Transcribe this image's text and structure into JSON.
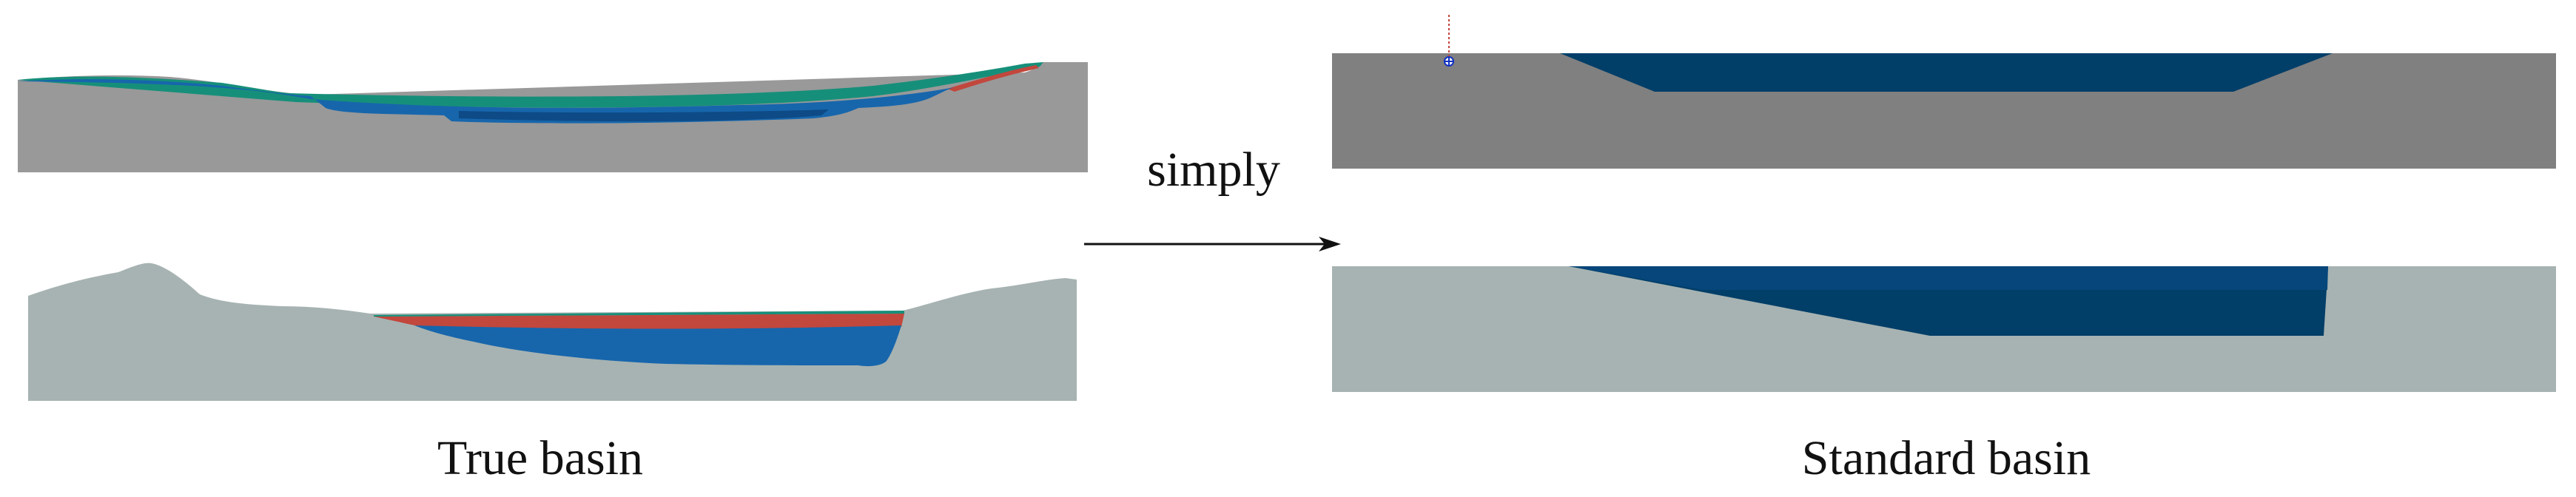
{
  "labels": {
    "left_caption": "True basin",
    "arrow_caption": "simply",
    "right_caption": "Standard basin"
  },
  "colors": {
    "background": "#ffffff",
    "bedrock_dark": "#999999",
    "bedrock_light": "#a7b3b2",
    "standard_dark": "#808080",
    "sediment_deep_blue": "#0d4a86",
    "sediment_blue": "#1766ac",
    "sediment_green": "#168f7a",
    "sediment_red": "#c2473d",
    "standard_blue": "#013e68",
    "standard_blue_light": "#06467a",
    "arrow": "#111111",
    "marker": "#1030c0"
  },
  "icons": {
    "arrow": "right-arrow-icon",
    "marker": "crosshair-marker-icon"
  }
}
